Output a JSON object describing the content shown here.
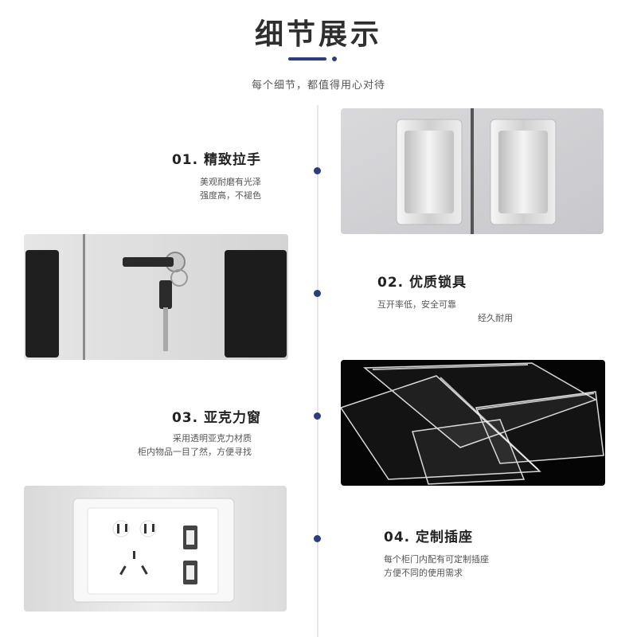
{
  "header": {
    "title": "细节展示",
    "subtitle": "每个细节，都值得用心对待"
  },
  "features": [
    {
      "heading": "01. 精致拉手",
      "desc_line1": "美观耐磨有光泽",
      "desc_line2": "强度高，不褪色"
    },
    {
      "heading": "02. 优质锁具",
      "desc_line1": "互开率低，安全可靠",
      "desc_line2": "经久耐用"
    },
    {
      "heading": "03. 亚克力窗",
      "desc_line1": "采用透明亚克力材质",
      "desc_line2": "柜内物品一目了然，方便寻找"
    },
    {
      "heading": "04. 定制插座",
      "desc_line1": "每个柜门内配有可定制插座",
      "desc_line2": "方便不同的使用需求"
    }
  ],
  "colors": {
    "accent": "#2c3e7a",
    "divider": "#e6e6e6"
  }
}
